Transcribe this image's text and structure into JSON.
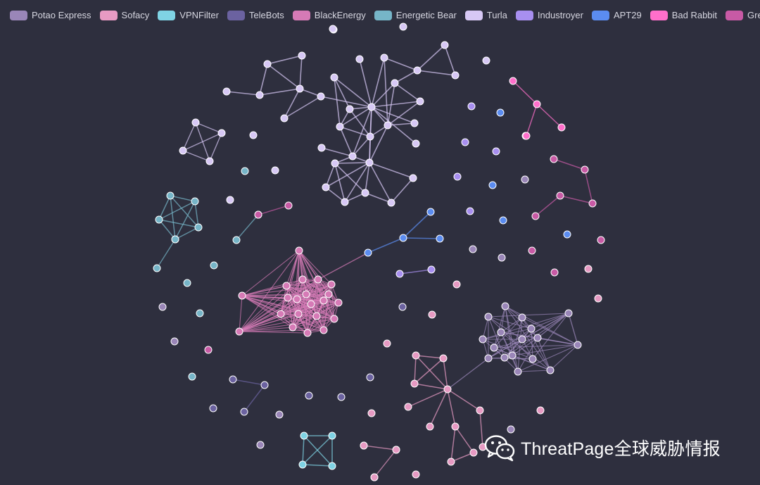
{
  "legend": [
    {
      "name": "Potao Express",
      "color": "#9a86b8"
    },
    {
      "name": "Sofacy",
      "color": "#e79ac3"
    },
    {
      "name": "VPNFilter",
      "color": "#7fd3e4"
    },
    {
      "name": "TeleBots",
      "color": "#6b62a0"
    },
    {
      "name": "BlackEnergy",
      "color": "#d67ab6"
    },
    {
      "name": "Energetic Bear",
      "color": "#76b5c8"
    },
    {
      "name": "Turla",
      "color": "#d7c8f5"
    },
    {
      "name": "Industroyer",
      "color": "#a88ff0"
    },
    {
      "name": "APT29",
      "color": "#5b8cf0"
    },
    {
      "name": "Bad Rabbit",
      "color": "#ff6fcb"
    },
    {
      "name": "GreyEnergy",
      "color": "#c85aa5"
    }
  ],
  "watermark": {
    "text": "ThreatPage全球威胁情报",
    "icon": "wechat-icon"
  },
  "network": {
    "clusters": [
      {
        "group": "Turla",
        "count": 40
      },
      {
        "group": "BlackEnergy",
        "count": 22
      },
      {
        "group": "Potao Express",
        "count": 18
      },
      {
        "group": "Sofacy",
        "count": 12
      },
      {
        "group": "Energetic Bear",
        "count": 10
      },
      {
        "group": "APT29",
        "count": 5
      },
      {
        "group": "Bad Rabbit",
        "count": 4
      },
      {
        "group": "GreyEnergy",
        "count": 7
      },
      {
        "group": "TeleBots",
        "count": 5
      },
      {
        "group": "VPNFilter",
        "count": 4
      }
    ]
  }
}
